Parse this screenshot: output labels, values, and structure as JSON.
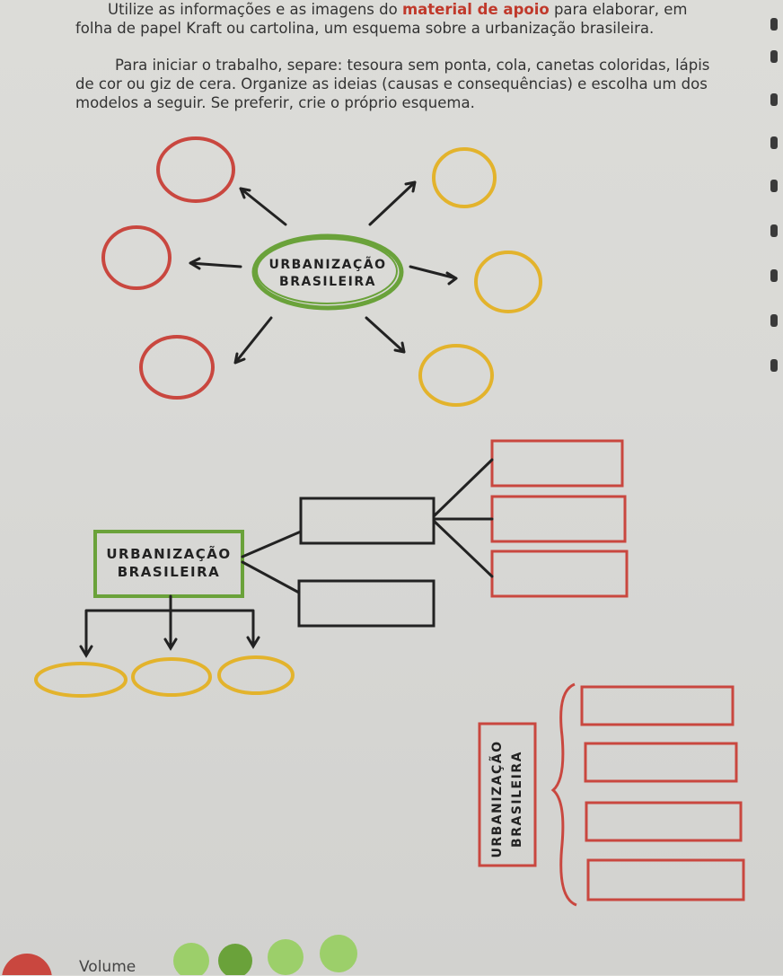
{
  "instructions": {
    "p1_before": "Utilize as informações e as imagens do ",
    "p1_highlight": "material de apoio",
    "p1_after": " para elaborar, em folha de papel Kraft ou cartolina, um esquema sobre a urbanização brasileira.",
    "p2": "Para iniciar o trabalho, separe: tesoura sem ponta, cola, canetas coloridas, lápis de cor ou giz de cera. Organize as ideias (causas e consequências) e escolha um dos modelos a seguir. Se preferir, crie o próprio esquema."
  },
  "diagram1": {
    "line1": "URBANIZAÇÃO",
    "line2": "BRASILEIRA"
  },
  "diagram2": {
    "line1": "URBANIZAÇÃO",
    "line2": "BRASILEIRA"
  },
  "diagram3": {
    "line1": "URBANIZAÇÃO",
    "line2": "BRASILEIRA"
  },
  "footer": {
    "volume": "Volume"
  },
  "colors": {
    "red": "#c9473f",
    "yellow": "#e3b32c",
    "green": "#6aa23a",
    "dark": "#222222"
  }
}
